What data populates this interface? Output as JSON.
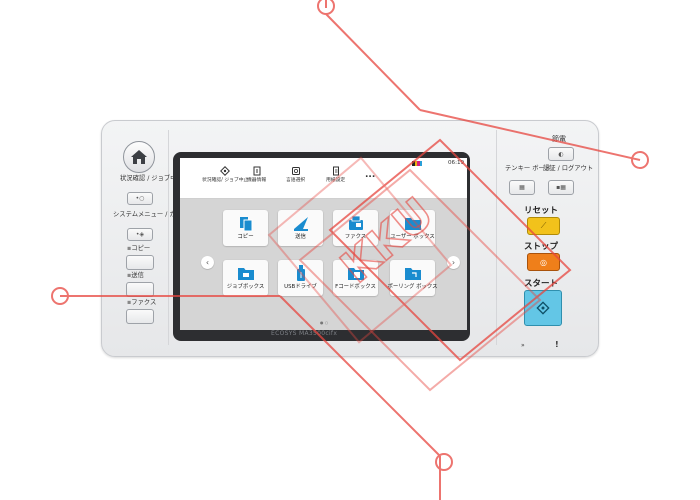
{
  "left_panel": {
    "status_label": "状況確認 / ジョブ中止",
    "system_label": "システムメニュー / カウンター",
    "copy_label": "コピー",
    "send_label": "送信",
    "fax_label": "ファクス"
  },
  "topbar": {
    "time": "06:19",
    "items": [
      {
        "label": "状況確認/ ジョブ中止"
      },
      {
        "label": "機器情報"
      },
      {
        "label": "言語選択"
      },
      {
        "label": "用紙設定"
      },
      {
        "label": "..."
      }
    ]
  },
  "tiles": [
    {
      "label": "コピー",
      "icon": "copy-icon"
    },
    {
      "label": "送信",
      "icon": "send-icon"
    },
    {
      "label": "ファクス",
      "icon": "fax-icon"
    },
    {
      "label": "ユーザー ボックス",
      "icon": "user-box-icon"
    },
    {
      "label": "ジョブボックス",
      "icon": "job-box-icon"
    },
    {
      "label": "USBドライブ",
      "icon": "usb-drive-icon"
    },
    {
      "label": "Fコードボックス",
      "icon": "fcode-box-icon"
    },
    {
      "label": "ポーリング ボックス",
      "icon": "polling-box-icon"
    }
  ],
  "brand": "ECOSYS MA3500cifx",
  "right_panel": {
    "power_save_label": "節電",
    "tenkey_label": "テンキー ボード",
    "auth_label": "認証 / ログアウト",
    "reset_label": "リセット",
    "stop_label": "ストップ",
    "start_label": "スタート",
    "attention_mark": "!"
  },
  "colors": {
    "accent": "#1a8ccf",
    "reset": "#f2c21b",
    "stop": "#ef7f1a",
    "start": "#63c6e6",
    "watermark": "#e21b1b"
  }
}
